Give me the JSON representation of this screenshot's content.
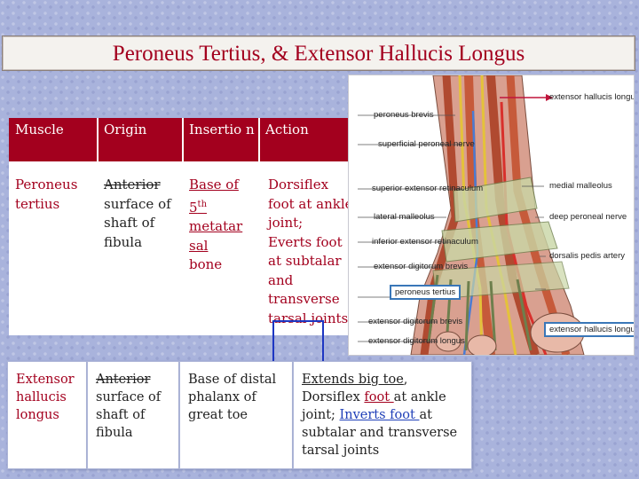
{
  "title": "Peroneus Tertius, & Extensor Hallucis Longus",
  "table1": {
    "headers": [
      "Muscle",
      "Origin",
      "Insertio n",
      "Action"
    ],
    "row": {
      "muscle_lines": [
        "Peroneus",
        "tertius"
      ],
      "origin_lines": [
        "Anterior",
        "surface of",
        "shaft of",
        "fibula"
      ],
      "insertion_lines": [
        "Base of",
        "5th",
        "metatar",
        "sal",
        "bone"
      ],
      "action_lines": [
        "Dorsiflex",
        "foot at ankle",
        "joint;",
        "Everts foot",
        "at subtalar",
        "and",
        "transverse",
        "tarsal joints"
      ]
    }
  },
  "anatomy_labels": [
    "extensor hallucis longus",
    "peroneus brevis",
    "superficial peroneal nerve",
    "superior extensor retinaculum",
    "medial malleolus",
    "lateral malleolus",
    "inferior extensor retinaculum",
    "deep peroneal nerve",
    "extensor digitorum brevis",
    "peroneus tertius",
    "dorsalis pedis artery",
    "extensor digitorum brevis",
    "extensor hallucis longus",
    "extensor digitorum longus"
  ],
  "table2": {
    "muscle_lines": [
      "Extensor",
      "hallucis",
      "longus"
    ],
    "origin_lines": [
      "Anterior",
      "surface of",
      "shaft of",
      "fibula"
    ],
    "insertion_lines": [
      "Base of distal",
      "phalanx of",
      "great toe"
    ],
    "action_lines": [
      "Extends big toe,",
      "Dorsiflex foot at ankle",
      "joint; Inverts foot at",
      "subtalar and transverse",
      "tarsal joints"
    ]
  },
  "colors": {
    "title": "#a3001e",
    "header_bg": "#a3001e",
    "highlight_blue": "#1d36c2"
  }
}
